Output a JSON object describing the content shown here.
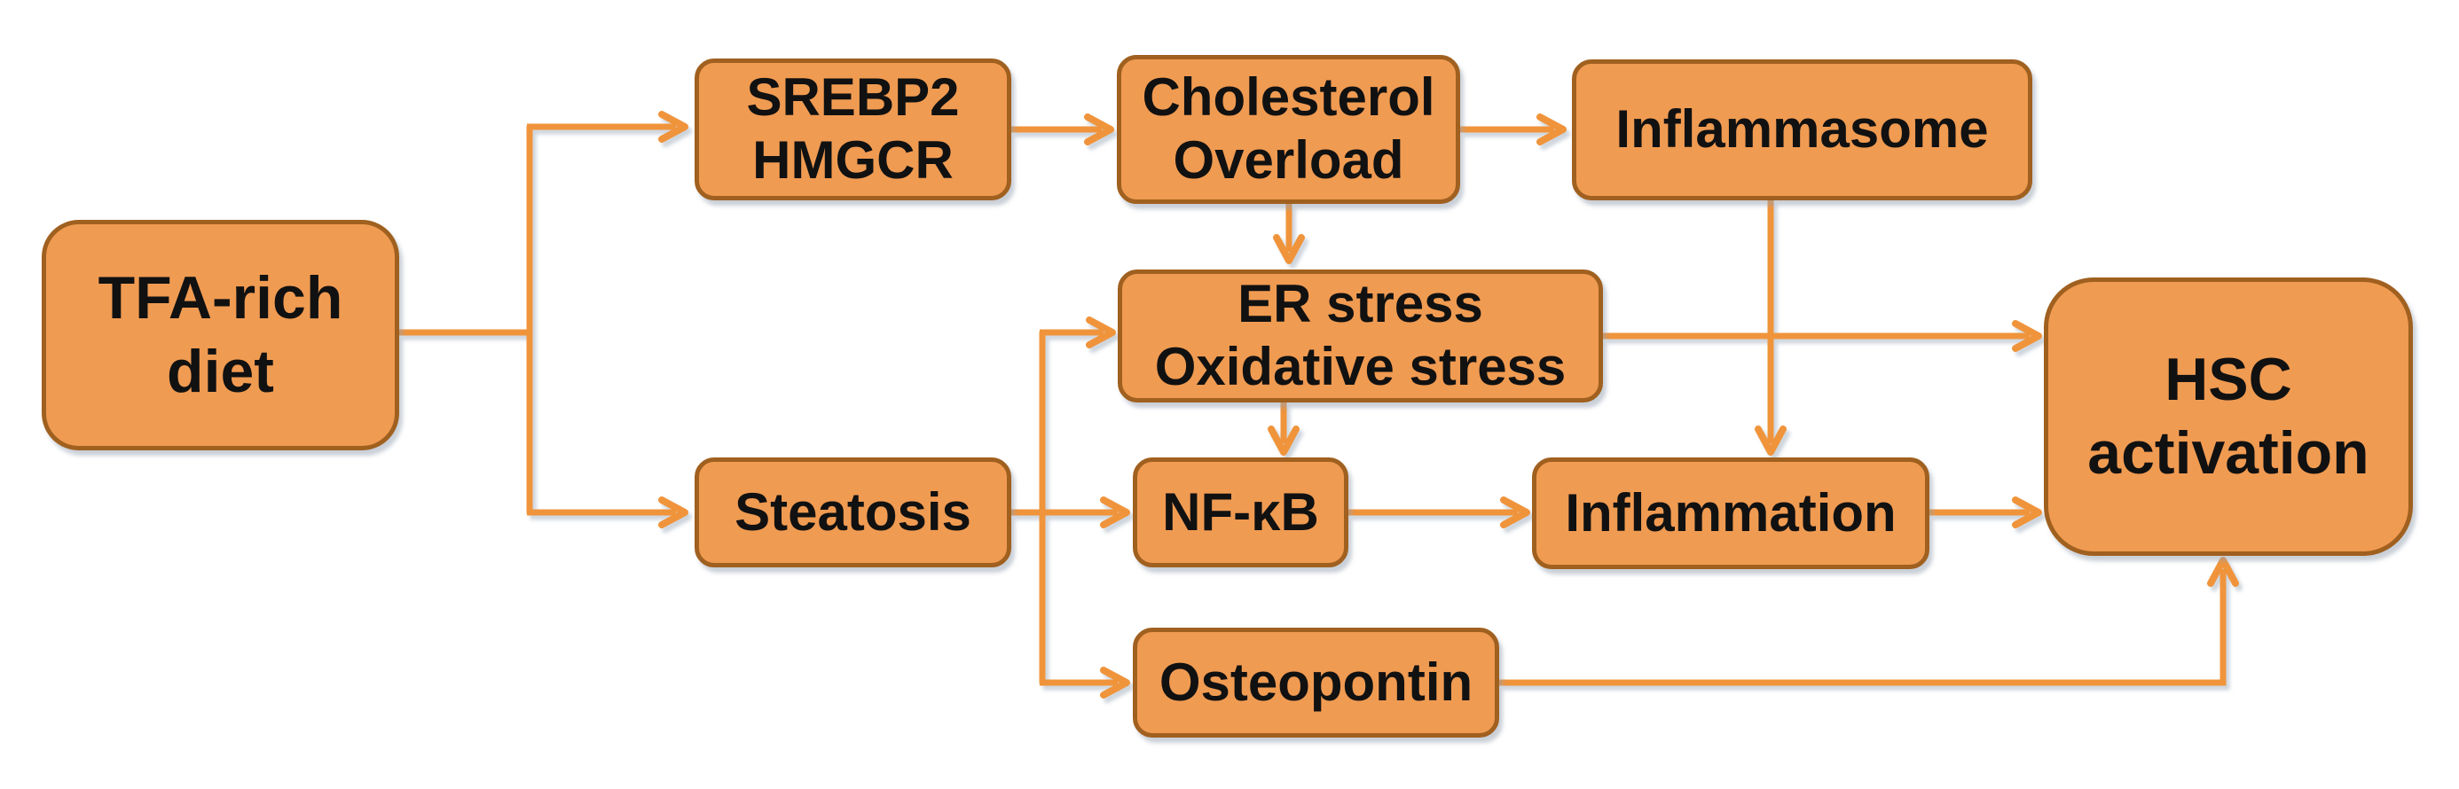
{
  "diagram": {
    "description": "Pathway flowchart from TFA-rich diet to HSC activation",
    "nodes": {
      "tfa": {
        "label": "TFA-rich\ndiet"
      },
      "srebp2": {
        "label": "SREBP2\nHMGCR"
      },
      "cholesterol": {
        "label": "Cholesterol\nOverload"
      },
      "inflammasome": {
        "label": "Inflammasome"
      },
      "er": {
        "label": "ER stress\nOxidative stress"
      },
      "steatosis": {
        "label": "Steatosis"
      },
      "nfkb": {
        "label": "NF-κB"
      },
      "inflammation": {
        "label": "Inflammation"
      },
      "osteopontin": {
        "label": "Osteopontin"
      },
      "hsc": {
        "label": "HSC\nactivation"
      }
    },
    "edges": [
      {
        "from": "tfa",
        "to": "srebp2"
      },
      {
        "from": "tfa",
        "to": "steatosis"
      },
      {
        "from": "srebp2",
        "to": "cholesterol"
      },
      {
        "from": "cholesterol",
        "to": "inflammasome"
      },
      {
        "from": "cholesterol",
        "to": "er"
      },
      {
        "from": "steatosis",
        "to": "er"
      },
      {
        "from": "steatosis",
        "to": "nfkb"
      },
      {
        "from": "steatosis",
        "to": "osteopontin"
      },
      {
        "from": "er",
        "to": "nfkb"
      },
      {
        "from": "er",
        "to": "hsc"
      },
      {
        "from": "inflammasome",
        "to": "inflammation"
      },
      {
        "from": "nfkb",
        "to": "inflammation"
      },
      {
        "from": "inflammation",
        "to": "hsc"
      },
      {
        "from": "osteopontin",
        "to": "hsc"
      }
    ],
    "colors": {
      "node_fill": "#F09B52",
      "node_border": "#A0601F",
      "arrow": "#F0943C",
      "text": "#111111",
      "shadow": "#AEB9C6"
    }
  }
}
